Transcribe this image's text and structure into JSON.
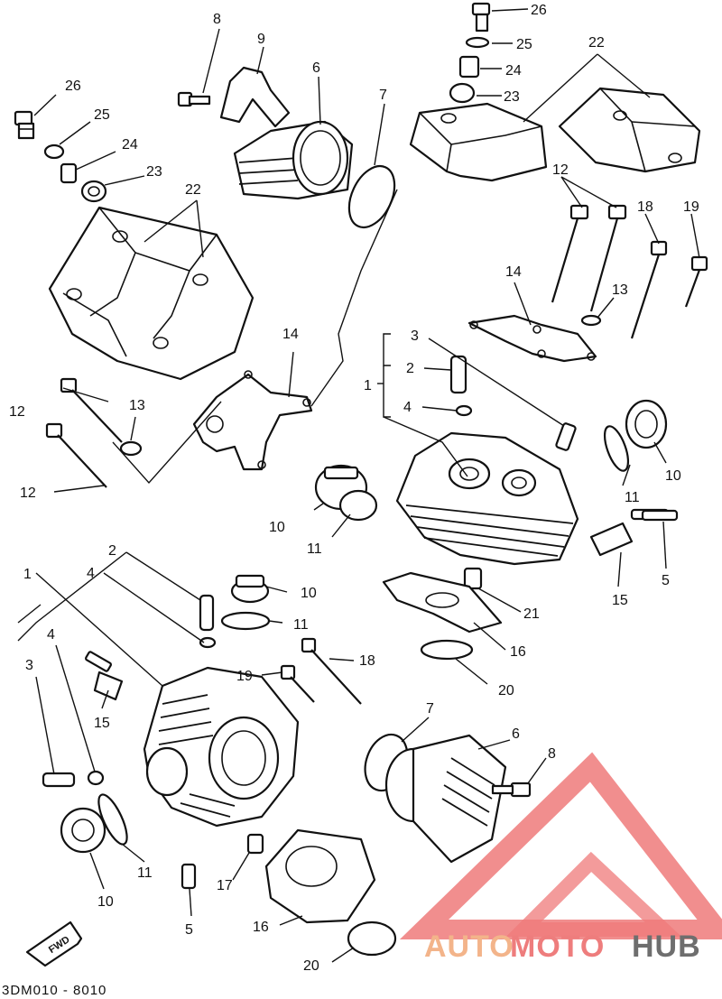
{
  "diagram_code": "3DM010 - 8010",
  "fwd_label": "FWD",
  "watermark": {
    "part1": "AUTO",
    "part2": "MOTO",
    "part3": "HUB",
    "colors": [
      "#f3b48a",
      "#ee7d7d",
      "#6e6e6e"
    ]
  },
  "callouts": {
    "c26a": "26",
    "c25a": "25",
    "c24a": "24",
    "c23a": "23",
    "c22a": "22",
    "c8a": "8",
    "c9": "9",
    "c6a": "6",
    "c7a": "7",
    "c26b": "26",
    "c25b": "25",
    "c24b": "24",
    "c23b": "23",
    "c22b": "22",
    "c12a": "12",
    "c18a": "18",
    "c19a": "19",
    "c14a": "14",
    "c13a": "13",
    "c3a": "3",
    "c2a": "2",
    "c1a": "1",
    "c4a": "4",
    "c10a": "10",
    "c11a": "11",
    "c5a": "5",
    "c15a": "15",
    "c21": "21",
    "c16a": "16",
    "c20a": "20",
    "c14b": "14",
    "c12b": "12",
    "c13b": "13",
    "c12c": "12",
    "c10b": "10",
    "c11b": "11",
    "c2b": "2",
    "c4b": "4",
    "c1b": "1",
    "c10c": "10",
    "c11c": "11",
    "c18b": "18",
    "c19b": "19",
    "c3b": "3",
    "c4c": "4",
    "c15b": "15",
    "c7b": "7",
    "c6b": "6",
    "c8b": "8",
    "c11d": "11",
    "c10d": "10",
    "c17": "17",
    "c5b": "5",
    "c16b": "16",
    "c20b": "20"
  }
}
